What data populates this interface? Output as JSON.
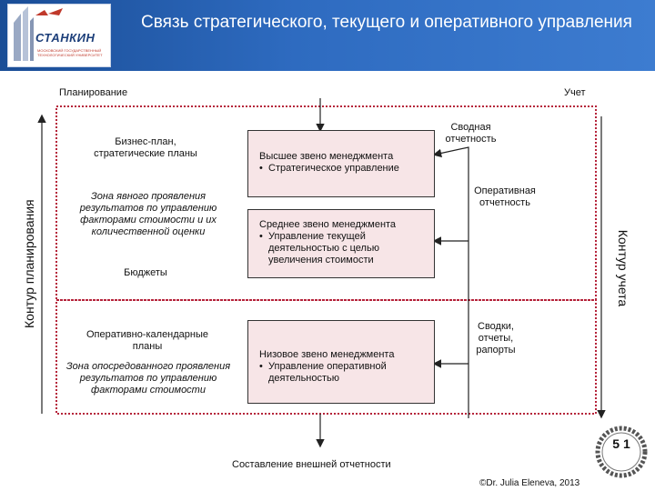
{
  "header": {
    "title": "Связь стратегического, текущего и оперативного управления",
    "logo_name": "СТАНКИН",
    "logo_subtitle": "МОСКОВСКИЙ ГОСУДАРСТВЕННЫЙ ТЕХНОЛОГИЧЕСКИЙ УНИВЕРСИТЕТ"
  },
  "diagram": {
    "planning_label": "Планирование",
    "accounting_label": "Учет",
    "left_contour": "Контур планирования",
    "right_contour": "Контур учета",
    "left_items": {
      "business_plan": "Бизнес-план, стратегические планы",
      "explicit_zone": "Зона явного проявления результатов по управлению факторами стоимости и их количественной оценки",
      "budgets": "Бюджеты",
      "operational_plans": "Оперативно-календарные планы",
      "mediated_zone": "Зона опосредованного проявления результатов по управлению факторами стоимости"
    },
    "boxes": {
      "top": {
        "title": "Высшее звено менеджмента",
        "bullet": "Стратегическое управление"
      },
      "middle": {
        "title": "Среднее звено менеджмента",
        "bullet": "Управление текущей деятельностью с целью увеличения стоимости"
      },
      "bottom": {
        "title": "Низовое звено менеджмента",
        "bullet": "Управление оперативной деятельностью"
      }
    },
    "right_items": {
      "consolidated": "Сводная отчетность",
      "operational": "Оперативная отчетность",
      "summaries": "Сводки, отчеты, рапорты"
    },
    "external_reporting": "Составление внешней отчетности"
  },
  "footer": {
    "page_number": "5 1",
    "author": "©Dr. Julia Eleneva, 2013"
  },
  "colors": {
    "header_blue": "#2e6bc0",
    "dotted_border": "#b5233a",
    "box_fill": "#f7e5e7"
  }
}
